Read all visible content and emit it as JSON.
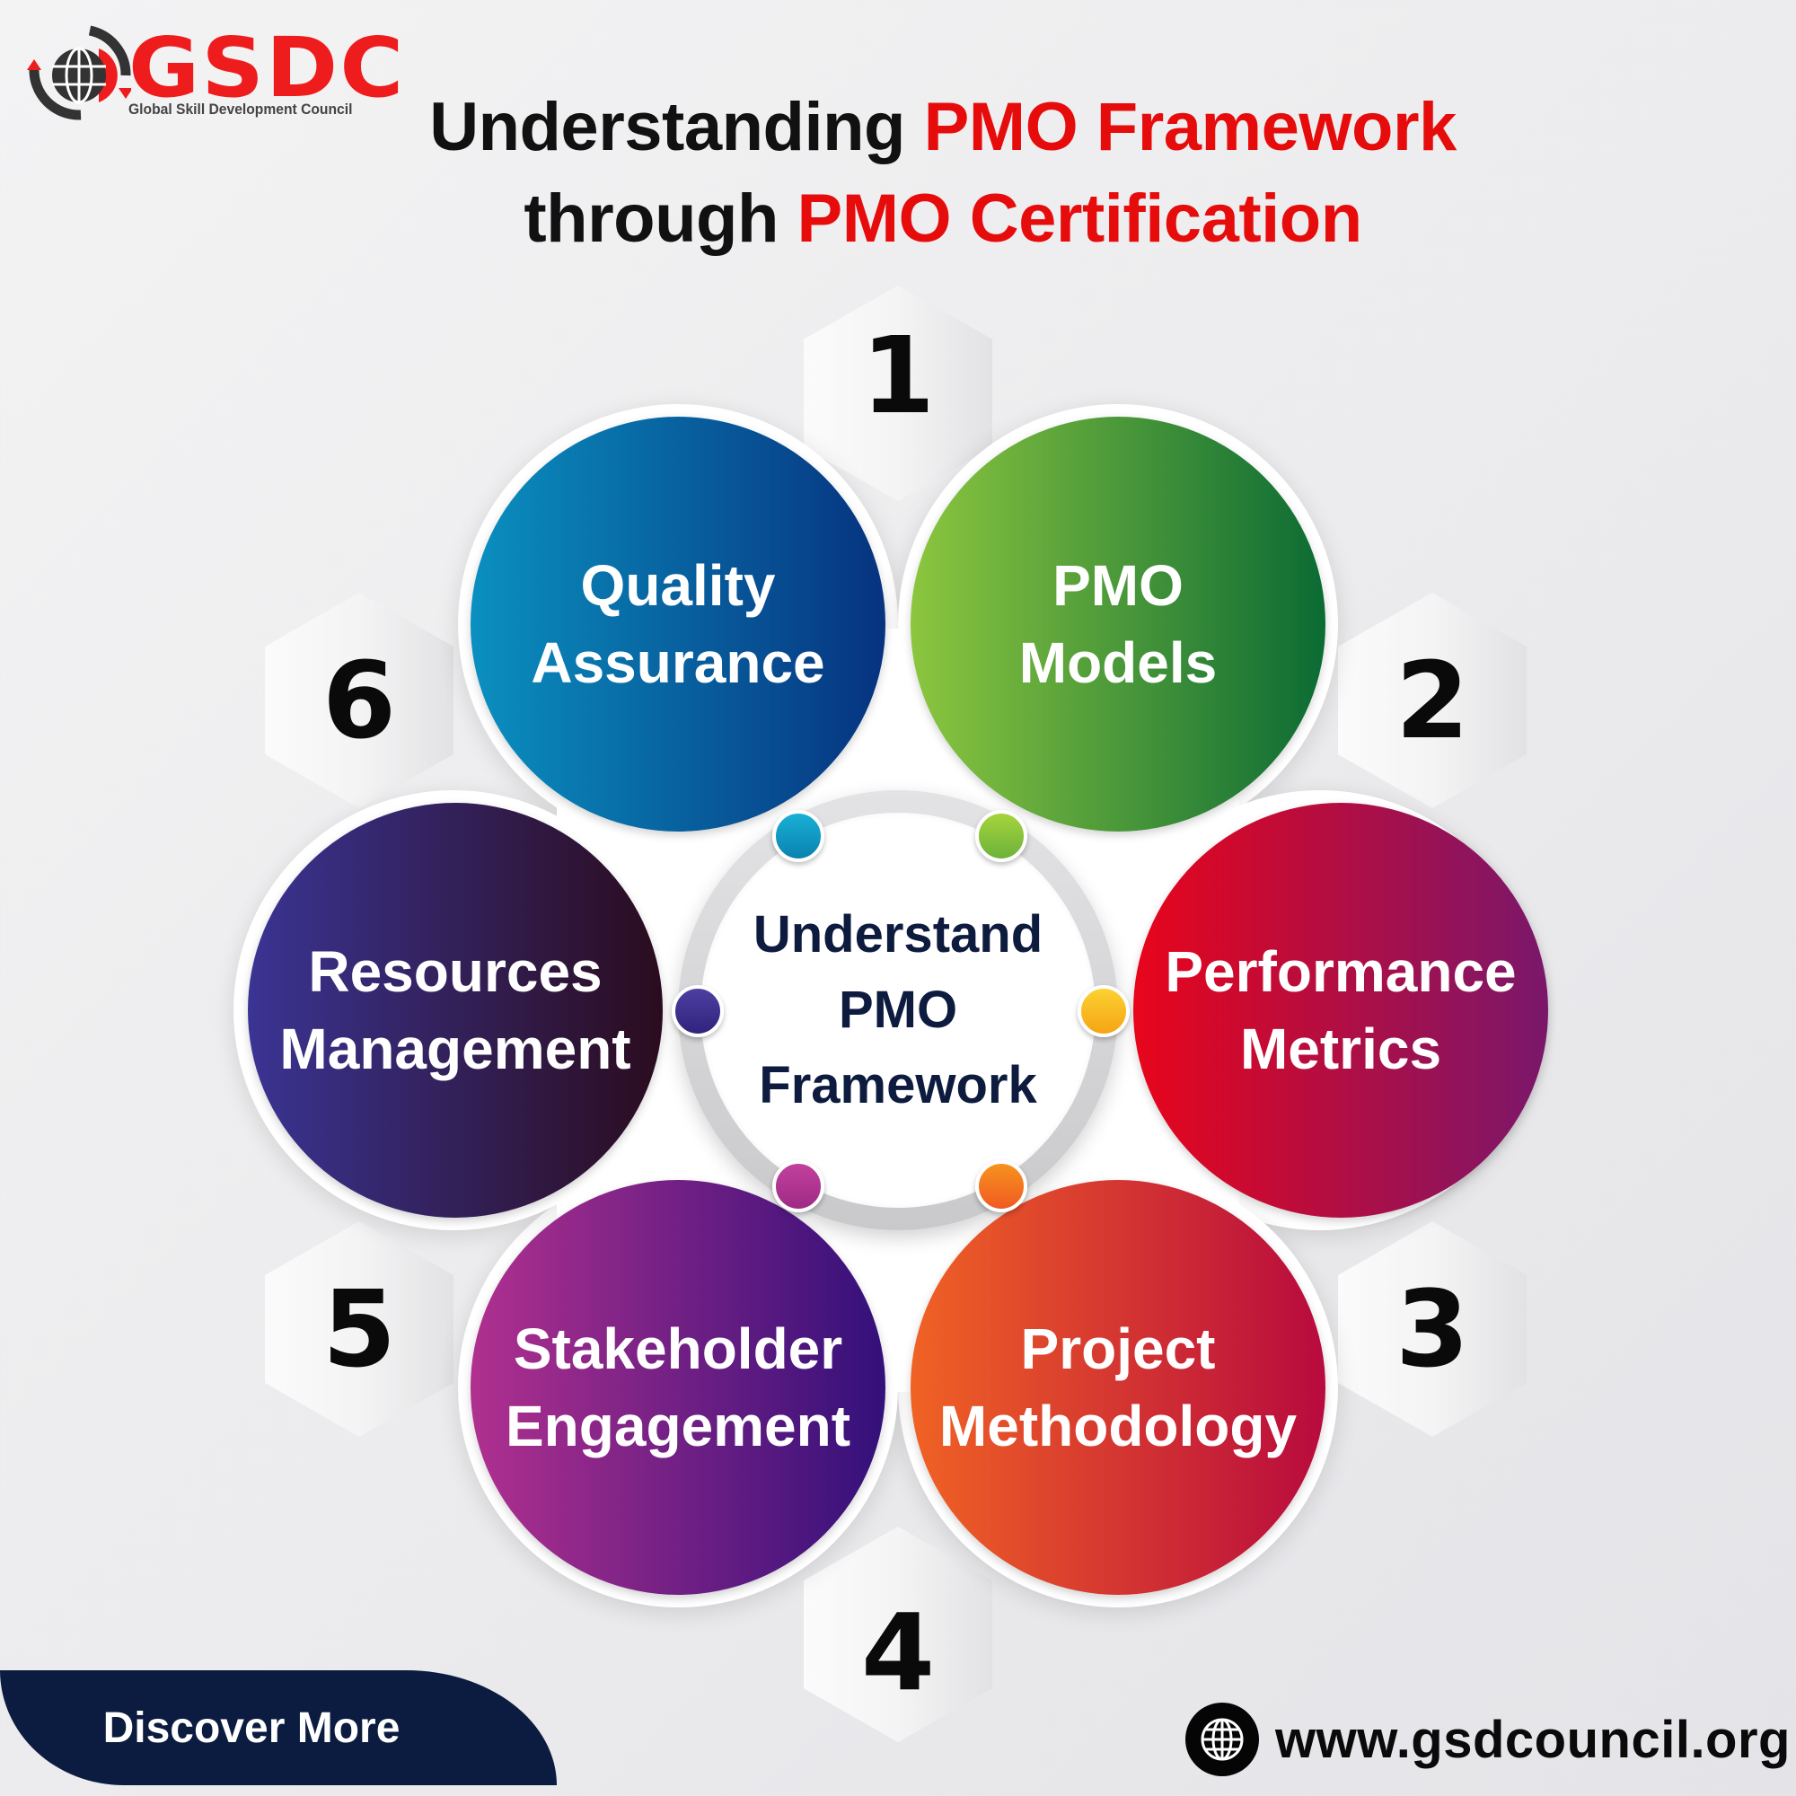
{
  "logo": {
    "name": "GSDC",
    "tagline": "Global Skill Development Council",
    "brand_color": "#ee1c1c"
  },
  "title": {
    "line1_black": "Understanding ",
    "line1_red": "PMO Framework",
    "line2_black": "through ",
    "line2_red": "PMO Certification",
    "accent_color": "#e60c0c"
  },
  "center": {
    "line1": "Understand",
    "line2": "PMO",
    "line3": "Framework"
  },
  "topics": [
    {
      "number": "1",
      "line1": "PMO",
      "line2": "Models",
      "gradient": [
        "#8cc63f",
        "#0b6b34"
      ]
    },
    {
      "number": "2",
      "line1": "Performance",
      "line2": "Metrics",
      "gradient": [
        "#e8051b",
        "#7a176b"
      ]
    },
    {
      "number": "3",
      "line1": "Project",
      "line2": "Methodology",
      "gradient": [
        "#f06224",
        "#b80a3e"
      ]
    },
    {
      "number": "4",
      "line1": "Stakeholder",
      "line2": "Engagement",
      "gradient": [
        "#b0308f",
        "#33107a"
      ]
    },
    {
      "number": "5",
      "line1": "Resources",
      "line2": "Management",
      "gradient": [
        "#3a3493",
        "#2b0c1e"
      ]
    },
    {
      "number": "6",
      "line1": "Quality",
      "line2": "Assurance",
      "gradient": [
        "#0a90c0",
        "#06337f"
      ]
    }
  ],
  "hex_numbers": [
    "1",
    "2",
    "3",
    "4",
    "5",
    "6"
  ],
  "connector_dots": [
    {
      "position": "top-left",
      "color": "#0c9ac4"
    },
    {
      "position": "top-right",
      "color": "#8cc63f"
    },
    {
      "position": "right",
      "color": "#f9b91a"
    },
    {
      "position": "bottom-right",
      "color": "#f37021"
    },
    {
      "position": "bottom-left",
      "color": "#b5338f"
    },
    {
      "position": "left",
      "color": "#3d2f8e"
    }
  ],
  "footer": {
    "cta_label": "Discover More",
    "website": "www.gsdcouncil.org",
    "cta_color": "#0b1c40"
  }
}
